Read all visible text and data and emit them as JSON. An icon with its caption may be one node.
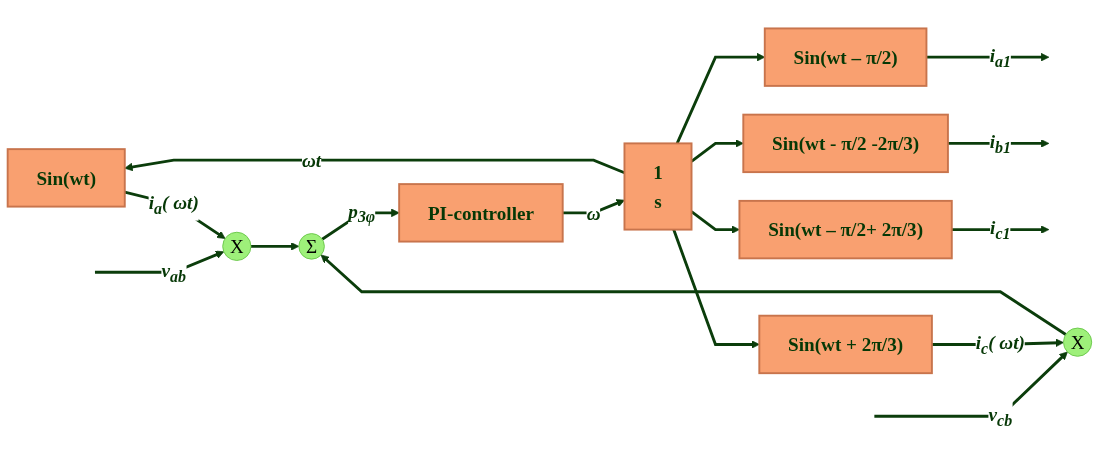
{
  "diagram": {
    "nodes": [
      {
        "text": [
          "Sin(wt)"
        ]
      },
      {
        "text": [
          "Sin(wt – π/2)"
        ]
      },
      {
        "text": [
          "X"
        ]
      },
      {
        "text": [
          "Σ"
        ]
      },
      {
        "text": [
          "PI-controller"
        ]
      },
      {
        "text": [
          "1",
          "s"
        ]
      },
      {
        "text": [
          "Sin(wt - π/2 -2π/3)"
        ]
      },
      {
        "text": [
          "X"
        ]
      },
      {
        "text": [
          "Sin(wt + 2π/3)"
        ]
      },
      {
        "text": [
          "Sin(wt – π/2+ 2π/3)"
        ]
      }
    ],
    "edges": [
      {
        "from": null,
        "to": 2,
        "arrow": "to",
        "label": "v$_{ab}$"
      },
      {
        "from": 0,
        "to": 2,
        "arrow": "to",
        "label": "i$_{a}$( ωt)"
      },
      {
        "from": 2,
        "to": 3,
        "arrow": "to"
      },
      {
        "from": null,
        "to": 7,
        "arrow": "to",
        "label": "v$_{cb}$"
      },
      {
        "from": 7,
        "to": 3,
        "arrow": "to"
      },
      {
        "from": 8,
        "to": 7,
        "arrow": "to",
        "label": "i$_{c}$( ωt)"
      },
      {
        "from": 3,
        "to": 4,
        "arrow": "to",
        "label": "p$_{3φ}$"
      },
      {
        "from": 4,
        "to": 5,
        "arrow": "to",
        "label": "ω"
      },
      {
        "from": 5,
        "to": 0,
        "arrow": "to",
        "label": "ωt"
      },
      {
        "from": 5,
        "to": 1,
        "arrow": "to"
      },
      {
        "from": 5,
        "to": 6,
        "arrow": "to"
      },
      {
        "from": 5,
        "to": 8,
        "arrow": "to"
      },
      {
        "from": 5,
        "to": 9,
        "arrow": "to"
      },
      {
        "from": 1,
        "to": null,
        "arrow": "to",
        "label": "i$_{a1}$"
      },
      {
        "from": 6,
        "to": null,
        "arrow": "to",
        "label": "i$_{b1}$"
      },
      {
        "from": 9,
        "to": null,
        "arrow": "to",
        "label": "i$_{c1}$"
      }
    ]
  }
}
